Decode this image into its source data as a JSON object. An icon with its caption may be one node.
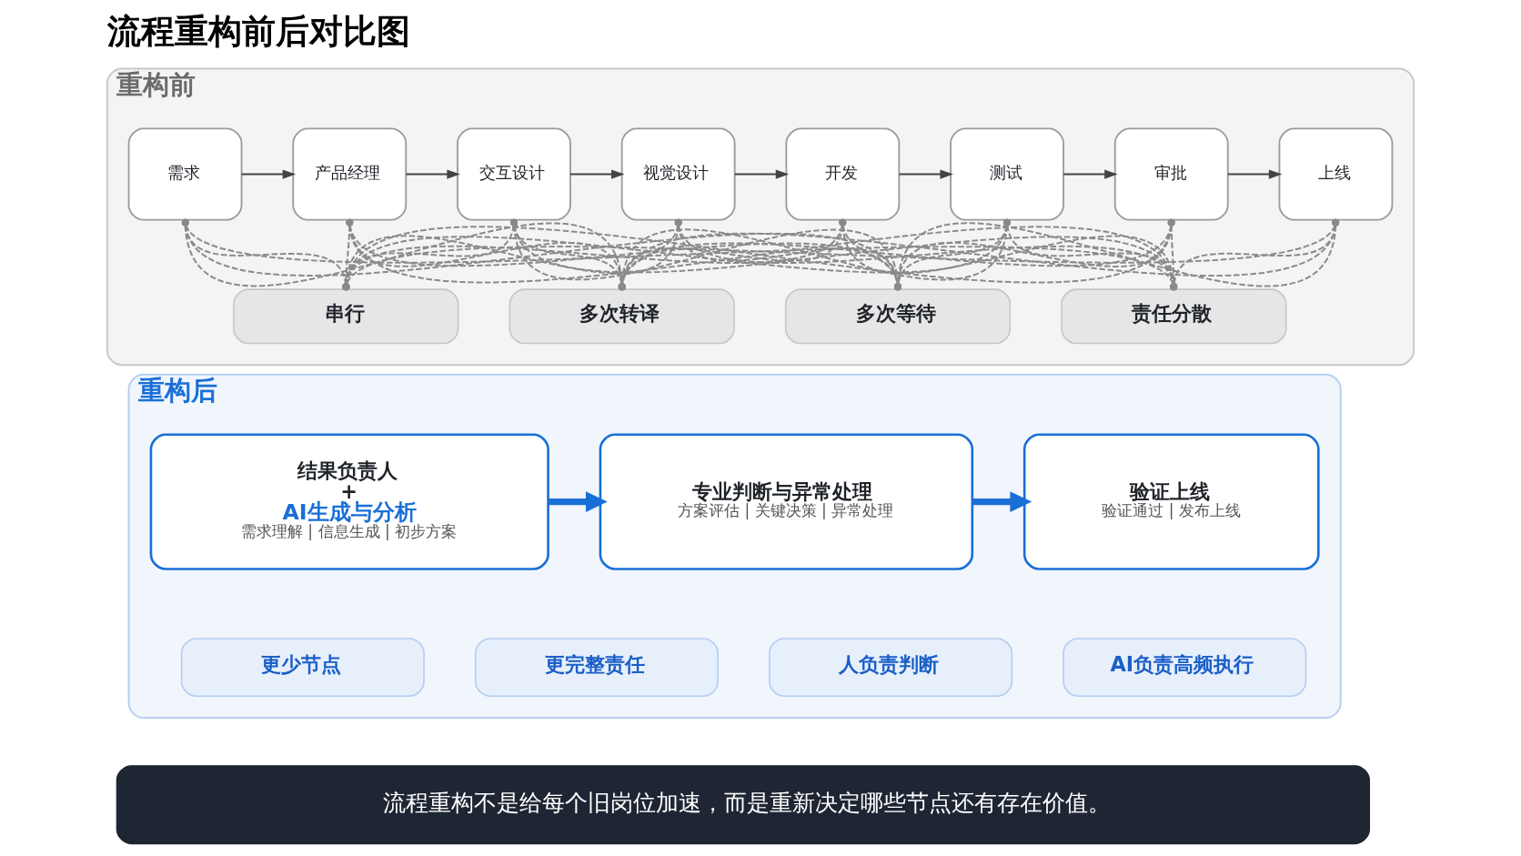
{
  "diagram": {
    "title": "流程重构前后对比图",
    "nodes": [
      {
        "text": [
          "重构前"
        ]
      },
      {
        "text": [
          "需求"
        ],
        "in": 0
      },
      {
        "text": [
          "产品经理"
        ],
        "in": 0
      },
      {
        "text": [
          "交互设计"
        ],
        "in": 0
      },
      {
        "text": [
          "视觉设计"
        ],
        "in": 0
      },
      {
        "text": [
          "开发"
        ],
        "in": 0
      },
      {
        "text": [
          "测试"
        ],
        "in": 0
      },
      {
        "text": [
          "审批"
        ],
        "in": 0
      },
      {
        "text": [
          "上线"
        ],
        "in": 0
      },
      {
        "text": [
          "串行"
        ],
        "in": 0
      },
      {
        "text": [
          "多次转译"
        ],
        "in": 0
      },
      {
        "text": [
          "多次等待"
        ],
        "in": 0
      },
      {
        "text": [
          "责任分散"
        ],
        "in": 0
      },
      {
        "text": [
          "重构后"
        ]
      },
      {
        "text": [
          "结果负责人",
          "+",
          "AI生成与分析",
          "需求理解 | 信息生成 | 初步方案"
        ],
        "in": 13
      },
      {
        "text": [
          "专业判断与异常处理",
          "方案评估 | 关键决策 | 异常处理"
        ],
        "in": 13
      },
      {
        "text": [
          "验证上线",
          "验证通过 | 发布上线"
        ],
        "in": 13
      },
      {
        "text": [
          "更少节点"
        ],
        "in": 13
      },
      {
        "text": [
          "更完整责任"
        ],
        "in": 13
      },
      {
        "text": [
          "人负责判断"
        ],
        "in": 13
      },
      {
        "text": [
          "AI负责高频执行"
        ],
        "in": 13
      },
      {
        "text": [
          "流程重构不是给每个旧岗位加速，而是重新决定哪些节点还有存在价值。"
        ]
      }
    ],
    "edges": [
      {
        "from": 1,
        "to": 2,
        "arrow": "to",
        "color": "#444444"
      },
      {
        "from": 2,
        "to": 3,
        "arrow": "to",
        "color": "#444444"
      },
      {
        "from": 3,
        "to": 4,
        "arrow": "to",
        "color": "#444444"
      },
      {
        "from": 4,
        "to": 5,
        "arrow": "to",
        "color": "#444444"
      },
      {
        "from": 5,
        "to": 6,
        "arrow": "to",
        "color": "#444444"
      },
      {
        "from": 6,
        "to": 7,
        "arrow": "to",
        "color": "#444444"
      },
      {
        "from": 7,
        "to": 8,
        "arrow": "to",
        "color": "#444444"
      },
      {
        "from": 1,
        "to": 9,
        "arrow": "other",
        "style": "dashed"
      },
      {
        "from": 1,
        "to": 10,
        "arrow": "other",
        "style": "dashed"
      },
      {
        "from": 1,
        "to": 11,
        "arrow": "other",
        "style": "dashed"
      },
      {
        "from": 1,
        "to": 12,
        "arrow": "other",
        "style": "dashed"
      },
      {
        "from": 2,
        "to": 9,
        "arrow": "other",
        "style": "dashed"
      },
      {
        "from": 2,
        "to": 10,
        "arrow": "other",
        "style": "dashed"
      },
      {
        "from": 2,
        "to": 11,
        "arrow": "other",
        "style": "dashed"
      },
      {
        "from": 2,
        "to": 12,
        "arrow": "other",
        "style": "dashed"
      },
      {
        "from": 3,
        "to": 9,
        "arrow": "other",
        "style": "dashed"
      },
      {
        "from": 3,
        "to": 10,
        "arrow": "other",
        "style": "dashed"
      },
      {
        "from": 3,
        "to": 11,
        "arrow": "other",
        "style": "dashed"
      },
      {
        "from": 3,
        "to": 12,
        "arrow": "other",
        "style": "dashed"
      },
      {
        "from": 4,
        "to": 9,
        "arrow": "other",
        "style": "dashed"
      },
      {
        "from": 4,
        "to": 10,
        "arrow": "other",
        "style": "dashed"
      },
      {
        "from": 4,
        "to": 11,
        "arrow": "other",
        "style": "dashed"
      },
      {
        "from": 4,
        "to": 12,
        "arrow": "other",
        "style": "dashed"
      },
      {
        "from": 5,
        "to": 9,
        "arrow": "other",
        "style": "dashed"
      },
      {
        "from": 5,
        "to": 10,
        "arrow": "other",
        "style": "dashed"
      },
      {
        "from": 5,
        "to": 11,
        "arrow": "other",
        "style": "dashed"
      },
      {
        "from": 5,
        "to": 12,
        "arrow": "other",
        "style": "dashed"
      },
      {
        "from": 6,
        "to": 9,
        "arrow": "other",
        "style": "dashed"
      },
      {
        "from": 6,
        "to": 10,
        "arrow": "other",
        "style": "dashed"
      },
      {
        "from": 6,
        "to": 11,
        "arrow": "other",
        "style": "dashed"
      },
      {
        "from": 6,
        "to": 12,
        "arrow": "other",
        "style": "dashed"
      },
      {
        "from": 7,
        "to": 9,
        "arrow": "other",
        "style": "dashed"
      },
      {
        "from": 7,
        "to": 10,
        "arrow": "other",
        "style": "dashed"
      },
      {
        "from": 7,
        "to": 11,
        "arrow": "other",
        "style": "dashed"
      },
      {
        "from": 7,
        "to": 12,
        "arrow": "other",
        "style": "dashed"
      },
      {
        "from": 8,
        "to": 9,
        "arrow": "other",
        "style": "dashed"
      },
      {
        "from": 8,
        "to": 10,
        "arrow": "other",
        "style": "dashed"
      },
      {
        "from": 8,
        "to": 11,
        "arrow": "other",
        "style": "dashed"
      },
      {
        "from": 8,
        "to": 12,
        "arrow": "other",
        "style": "dashed"
      },
      {
        "from": 14,
        "to": 15,
        "arrow": "to",
        "style": "thick",
        "color": "#1a6fd6"
      },
      {
        "from": 15,
        "to": 16,
        "arrow": "to",
        "style": "thick",
        "color": "#1a6fd6"
      }
    ]
  }
}
